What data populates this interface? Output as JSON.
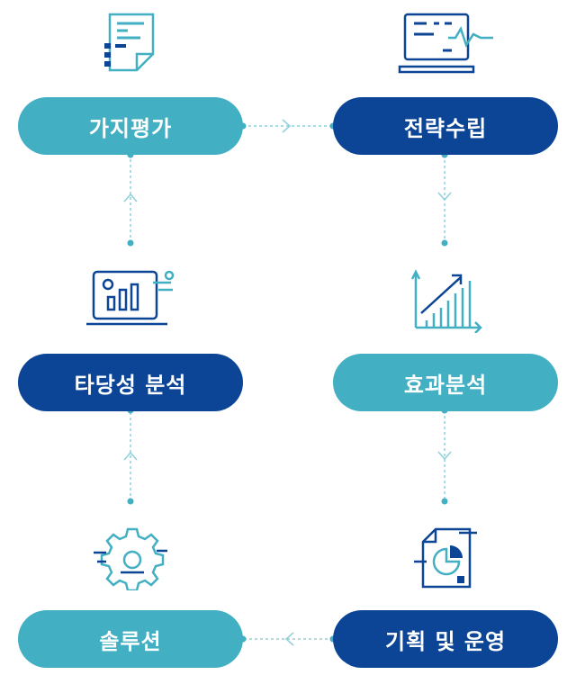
{
  "steps": {
    "value_eval": "가지평가",
    "strategy": "전략수립",
    "validity": "타당성 분석",
    "effect": "효과분석",
    "solution": "솔루션",
    "planning": "기획 및 운영"
  },
  "colors": {
    "teal": "#42afc3",
    "navy": "#0c4596"
  },
  "icons": {
    "value_eval": "document-checklist-icon",
    "strategy": "laptop-chart-icon",
    "validity": "monitor-bar-chart-icon",
    "effect": "growth-chart-icon",
    "solution": "gear-icon",
    "planning": "pie-report-icon"
  }
}
